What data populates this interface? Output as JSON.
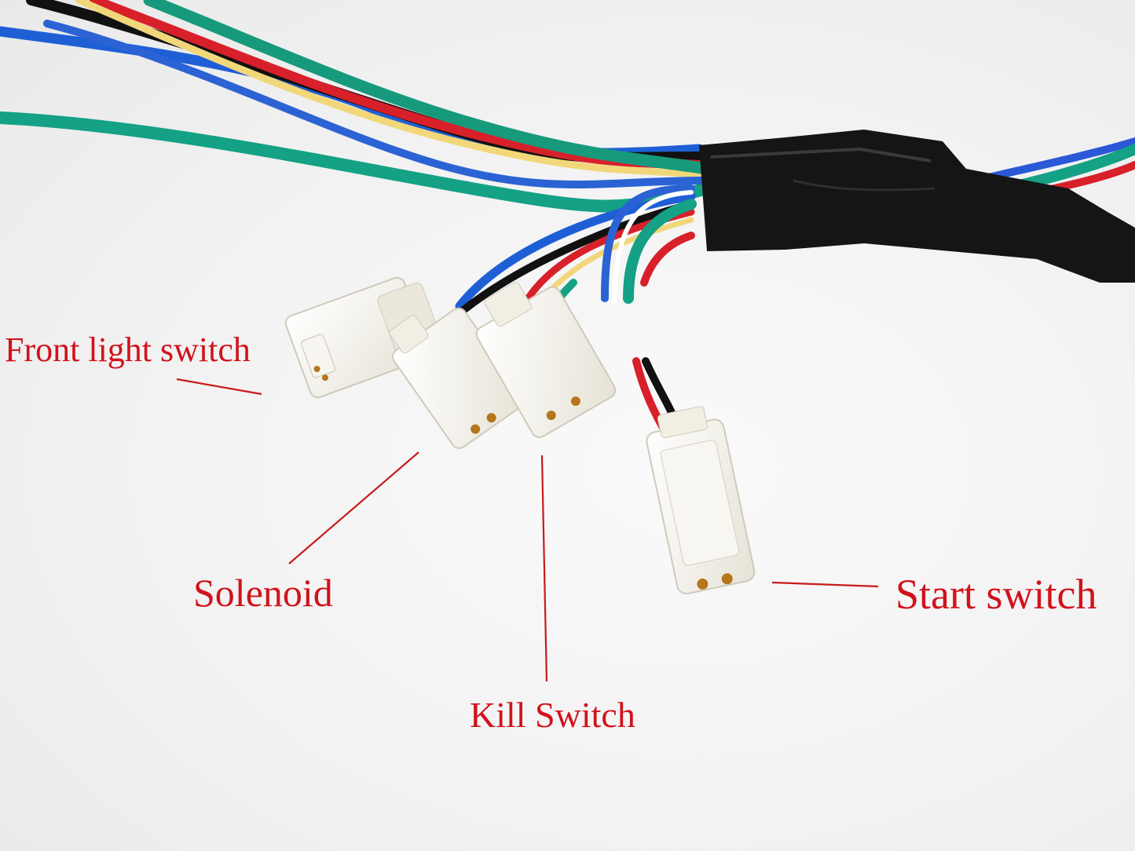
{
  "labels": {
    "front_light_switch": "Front light switch",
    "solenoid": "Solenoid",
    "kill_switch": "Kill Switch",
    "start_switch": "Start switch"
  },
  "colors": {
    "label_text": "#d1121b",
    "leader_line": "#c81a1a",
    "background": "#f4f4f4",
    "tape": "#151515",
    "connector": "#f6f4ee",
    "contact": "#b5761c"
  },
  "wires": [
    "black",
    "red",
    "yellow",
    "green",
    "blue",
    "white-blue"
  ]
}
